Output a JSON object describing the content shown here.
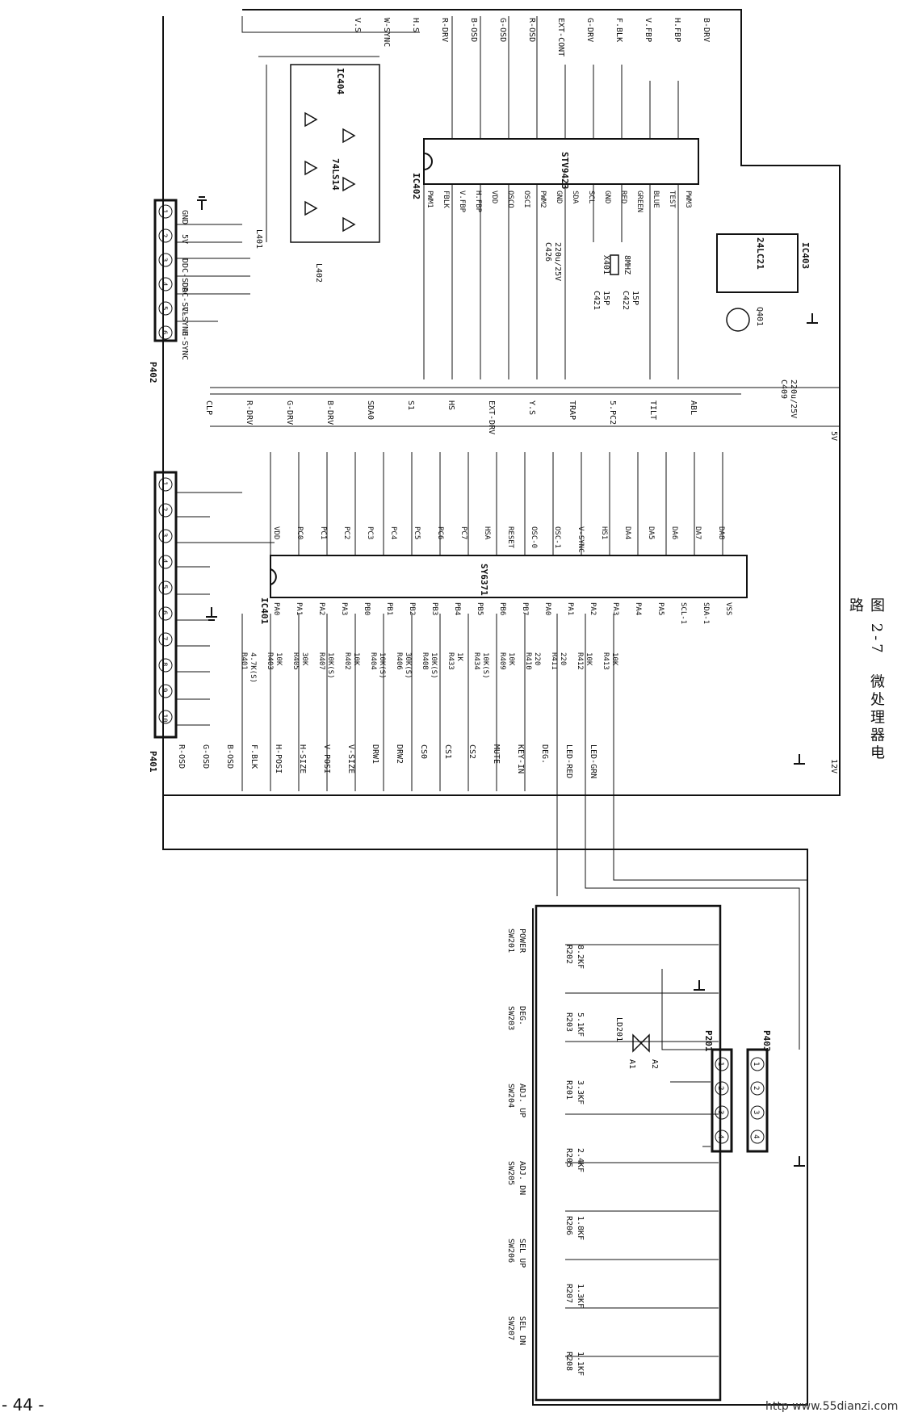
{
  "figure": {
    "caption": "图 2-7　微处理器电路",
    "page_number": "- 44 -",
    "source_url": "http  www.55dianzi.com"
  },
  "chips": {
    "ic401": {
      "ref": "IC401",
      "part": "SY6371"
    },
    "ic402": {
      "ref": "IC402",
      "part": "STV9423"
    },
    "ic403": {
      "ref": "IC403",
      "part": "24LC21"
    },
    "ic404": {
      "ref": "IC404",
      "part": "74LS14"
    }
  },
  "connectors": {
    "p401": {
      "ref": "P401",
      "pins": [
        "1",
        "2",
        "3",
        "4",
        "5",
        "6",
        "7",
        "8",
        "9",
        "10"
      ]
    },
    "p402": {
      "ref": "P402",
      "pins": [
        "1",
        "2",
        "3",
        "4",
        "5",
        "6"
      ],
      "signals": [
        "H-SYNC",
        "V-SYNC",
        "DDC-SCL",
        "DDC-SDA",
        "5V",
        "GND"
      ]
    },
    "p201": {
      "ref": "P201",
      "pins": [
        "1",
        "2",
        "3",
        "4"
      ]
    },
    "p403": {
      "ref": "P403",
      "pins": [
        "1",
        "2",
        "3",
        "4"
      ]
    }
  },
  "ic401_left_pins": [
    "PA0",
    "PA1",
    "PA2",
    "PA3",
    "PB0",
    "PB1",
    "PB2",
    "PB3",
    "PB4",
    "PB5",
    "PB6",
    "PB7",
    "PA0",
    "PA1",
    "PA2",
    "PA3",
    "PA4",
    "PA5",
    "SCL-1",
    "SDA-1",
    "VSS"
  ],
  "ic401_right_pins": [
    "VDD",
    "PC0",
    "PC1",
    "PC2",
    "PC3",
    "PC4",
    "PC5",
    "PC6",
    "PC7",
    "HSA",
    "RESET",
    "OSC-0",
    "OSC-1",
    "V-SYNC",
    "HS1",
    "DA4",
    "DA5",
    "DA6",
    "DA7",
    "DA8"
  ],
  "ic402_pins": [
    "PWM1",
    "FBLK",
    "V.FBP",
    "H.FBP",
    "VDD",
    "OSCO",
    "OSCI",
    "PWM2",
    "GND",
    "SDA",
    "SCL",
    "GND",
    "RED",
    "GREEN",
    "BLUE",
    "TEST",
    "PWM3"
  ],
  "p401_signals": [
    "R-OSD",
    "G-OSD",
    "B-OSD",
    "F.BLK",
    "H-POSI",
    "H-SIZE",
    "V-POSI",
    "V-SIZE",
    "DRW1",
    "DRW2",
    "CS0",
    "CS1",
    "CS2",
    "MUTE",
    "KEY-IN",
    "DEG.",
    "LED-RED",
    "LED-GRN"
  ],
  "bus_signals": [
    "CLP",
    "R-DRV",
    "G-DRV",
    "B-DRV",
    "SDA0",
    "S1",
    "HS",
    "EXT-DRV",
    "Y.S",
    "TRAP",
    "5.PC2",
    "TILT",
    "ABL"
  ],
  "ic402_signals": [
    "V.S",
    "W-SYNC",
    "H.S",
    "R-DRV",
    "B-OSD",
    "G-OSD",
    "R-OSD",
    "EXT-CONT",
    "G-DRV",
    "F.BLK",
    "V.FBP",
    "H.FBP",
    "B-DRV"
  ],
  "rails": [
    "5V",
    "12V"
  ],
  "parts": {
    "x401": {
      "ref": "X401",
      "value": "8MHZ"
    },
    "q401": {
      "ref": "Q401"
    },
    "l401": {
      "ref": "L401"
    },
    "l402": {
      "ref": "L402"
    },
    "c409": {
      "ref": "C409",
      "value": "220u/25V"
    },
    "c426": {
      "ref": "C426",
      "value": "220u/25V"
    },
    "c422": {
      "ref": "C422",
      "value": "15P"
    },
    "c421": {
      "ref": "C421",
      "value": "15P"
    }
  },
  "resistors_left": [
    {
      "ref": "R401",
      "value": "4.7K(S)"
    },
    {
      "ref": "R403",
      "value": "10K"
    },
    {
      "ref": "R405",
      "value": "30K"
    },
    {
      "ref": "R407",
      "value": "10K(S)"
    },
    {
      "ref": "R402",
      "value": "10K"
    },
    {
      "ref": "R404",
      "value": "10K(S)"
    },
    {
      "ref": "R406",
      "value": "30K(S)"
    },
    {
      "ref": "R408",
      "value": "10K(S)"
    },
    {
      "ref": "R433",
      "value": "1K"
    },
    {
      "ref": "R434",
      "value": "10K(S)"
    },
    {
      "ref": "R409",
      "value": "10K"
    },
    {
      "ref": "R410",
      "value": "220"
    },
    {
      "ref": "R411",
      "value": "220"
    },
    {
      "ref": "R412",
      "value": "10K"
    },
    {
      "ref": "R413",
      "value": "10K"
    }
  ],
  "front_panel": {
    "switches": [
      {
        "ref": "SW201",
        "name": "POWER"
      },
      {
        "ref": "SW203",
        "name": "DEG."
      },
      {
        "ref": "SW204",
        "name": "ADJ. UP"
      },
      {
        "ref": "SW205",
        "name": "ADJ. DN"
      },
      {
        "ref": "SW206",
        "name": "SEL UP"
      },
      {
        "ref": "SW207",
        "name": "SEL DN"
      }
    ],
    "resistors": [
      {
        "ref": "R202",
        "value": "8.2KF"
      },
      {
        "ref": "R203",
        "value": "5.1KF"
      },
      {
        "ref": "R201",
        "value": "3.3KF"
      },
      {
        "ref": "R205",
        "value": "2.4KF"
      },
      {
        "ref": "R206",
        "value": "1.8KF"
      },
      {
        "ref": "R207",
        "value": "1.3KF"
      },
      {
        "ref": "R208",
        "value": "1.1KF"
      }
    ],
    "led": {
      "ref": "LD201",
      "anodes": [
        "A1",
        "A2"
      ]
    }
  }
}
